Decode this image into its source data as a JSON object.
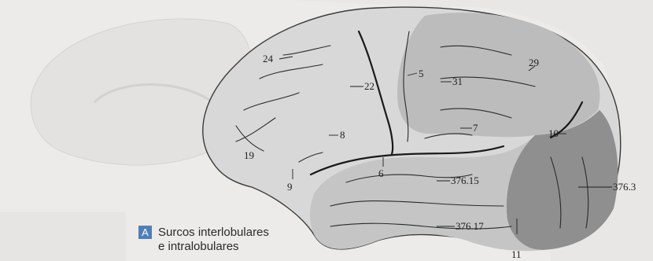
{
  "labels": {
    "l24": "24",
    "l22": "22",
    "l5": "5",
    "l31": "31",
    "l29": "29",
    "l19": "19",
    "l8": "8",
    "l7": "7",
    "l10": "10",
    "l9": "9",
    "l6": "6",
    "l376_15": "376.15",
    "l376_3": "376.3",
    "l376_17": "376.17",
    "l11": "11"
  },
  "legend": {
    "letter": "A",
    "line1": "Surcos interlobulares",
    "line2": "e intralobulares"
  },
  "colors": {
    "frontal_lobe": "#d9d8d8",
    "parietal_lobe": "#bcbcbc",
    "occipital_lobe": "#8f8f8f",
    "temporal_lobe": "#c6c5c5",
    "legend_accent": "#4f7fb8"
  }
}
